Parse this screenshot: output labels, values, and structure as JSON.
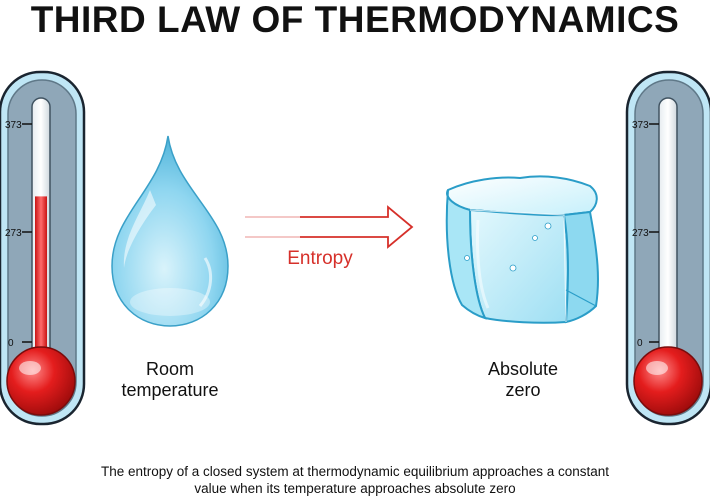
{
  "title": "THIRD LAW OF THERMODYNAMICS",
  "thermometer_left": {
    "ticks": [
      "373",
      "273",
      "0"
    ],
    "level_fraction": 0.65
  },
  "thermometer_right": {
    "ticks": [
      "373",
      "273",
      "0"
    ],
    "level_fraction": 0.05
  },
  "arrow_label": "Entropy",
  "left_label": [
    "Room",
    "temperature"
  ],
  "right_label": [
    "Absolute",
    "zero"
  ],
  "caption": [
    "The entropy of a closed system at thermodynamic equilibrium approaches a constant",
    "value when its temperature approaches absolute zero"
  ],
  "colors": {
    "mercury": "#e41d1d",
    "arrow": "#d6302a",
    "water": "#7fd0ef",
    "ice": "#b9ecf8",
    "glass": "#bfe6f5"
  }
}
